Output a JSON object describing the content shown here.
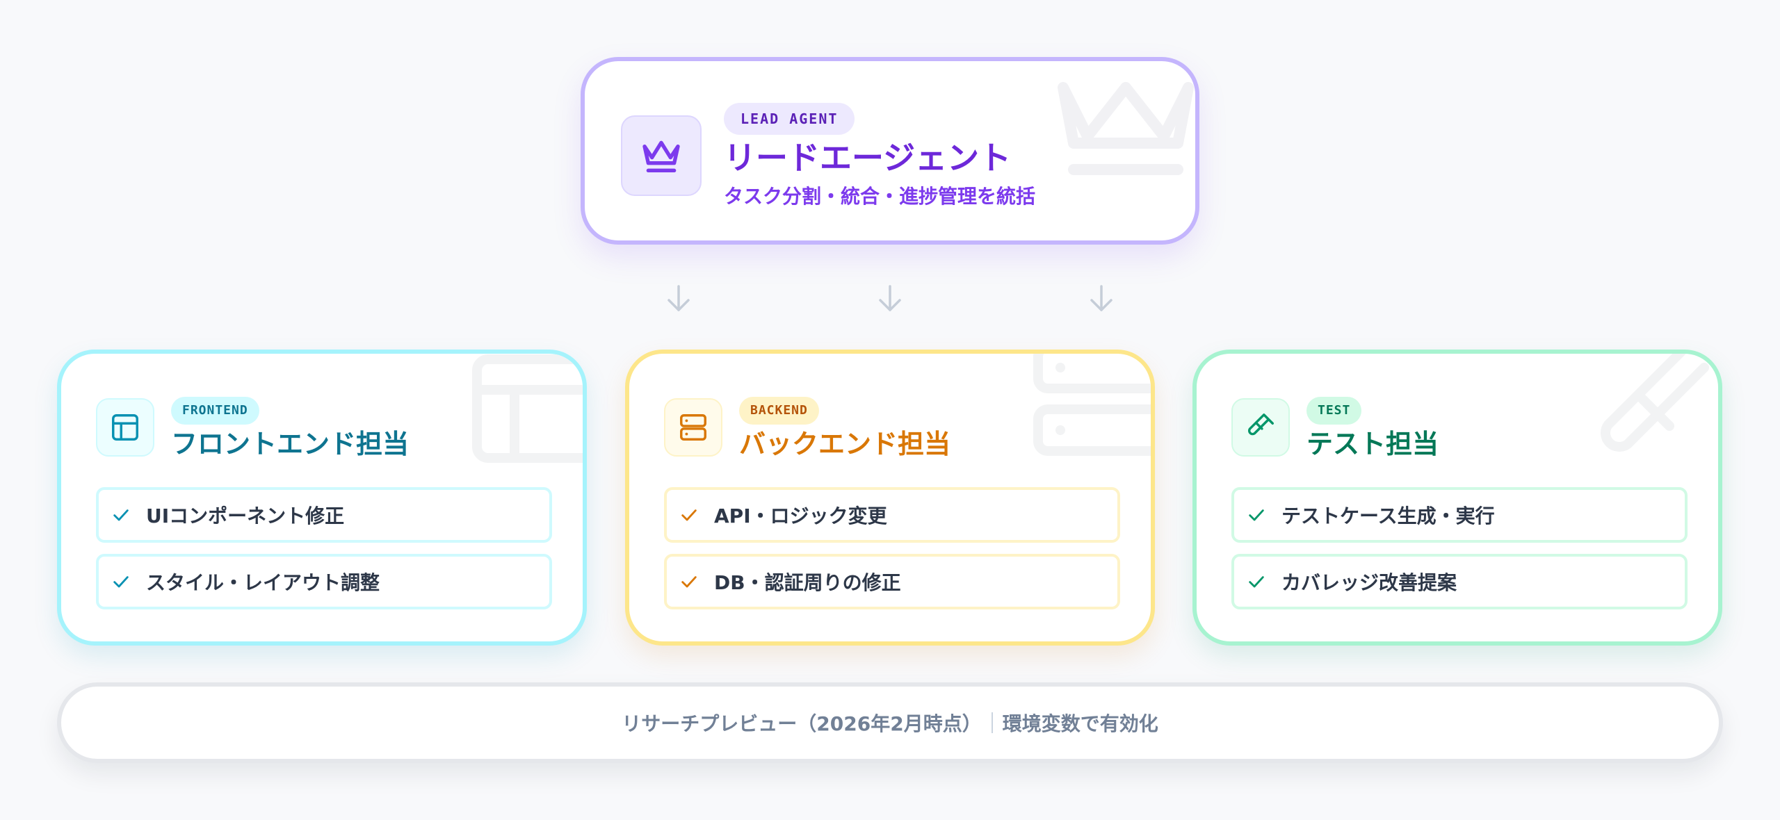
{
  "lead": {
    "badge": "LEAD AGENT",
    "title": "リードエージェント",
    "subtitle": "タスク分割・統合・進捗管理を統括",
    "icon": "crown-icon",
    "color": "#6d28d9"
  },
  "cards": [
    {
      "badge": "FRONTEND",
      "title": "フロントエンド担当",
      "icon": "layout-icon",
      "color": "#0e7490",
      "items": [
        "UIコンポーネント修正",
        "スタイル・レイアウト調整"
      ]
    },
    {
      "badge": "BACKEND",
      "title": "バックエンド担当",
      "icon": "server-icon",
      "color": "#d97706",
      "items": [
        "API・ロジック変更",
        "DB・認証周りの修正"
      ]
    },
    {
      "badge": "TEST",
      "title": "テスト担当",
      "icon": "test-tube-icon",
      "color": "#047857",
      "items": [
        "テストケース生成・実行",
        "カバレッジ改善提案"
      ]
    }
  ],
  "footer": {
    "left": "リサーチプレビュー（2026年2月時点）",
    "right": "環境変数で有効化"
  }
}
